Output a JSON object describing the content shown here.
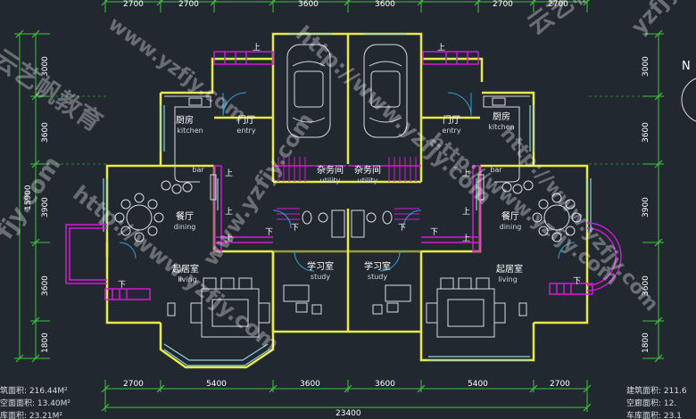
{
  "colors": {
    "background": "#212830",
    "wall": "#e8ea4a",
    "dim": "#3ec43e",
    "stair": "#d21ad2",
    "furniture": "#d8dde2",
    "window": "#8fd1d8",
    "door": "#2ea2d6"
  },
  "dims": {
    "top": [
      "2700",
      "2700",
      "3600",
      "3600",
      "2700",
      "2700"
    ],
    "bottom": [
      "2700",
      "5400",
      "3600",
      "3600",
      "5400",
      "2700"
    ],
    "bottom_total": "23400",
    "left": [
      "3000",
      "3600",
      "3900",
      "3600",
      "1800"
    ],
    "left_total": "15900",
    "right": [
      "3000",
      "3600",
      "3900",
      "3600",
      "1800"
    ]
  },
  "rooms": {
    "kitchen_l": {
      "cn": "厨房",
      "en": "kitchen"
    },
    "kitchen_r": {
      "cn": "厨房",
      "en": "kitchen"
    },
    "entry_l": {
      "cn": "门厅",
      "en": "entry"
    },
    "entry_r": {
      "cn": "门厅",
      "en": "entry"
    },
    "utility_l": {
      "cn": "杂务间",
      "en": "utility"
    },
    "utility_r": {
      "cn": "杂务间",
      "en": "utility"
    },
    "dining_l": {
      "cn": "餐厅",
      "en": "dining"
    },
    "dining_r": {
      "cn": "餐厅",
      "en": "dining"
    },
    "living_l": {
      "cn": "起居室",
      "en": "living"
    },
    "living_r": {
      "cn": "起居室",
      "en": "living"
    },
    "study_l": {
      "cn": "学习室",
      "en": "study"
    },
    "study_r": {
      "cn": "学习室",
      "en": "study"
    },
    "bar_l": "bar",
    "bar_r": "bar"
  },
  "stairs": {
    "up": "上",
    "down": "下"
  },
  "areas": {
    "left": [
      "筑面积: 216.44M²",
      "空面面积: 13.40M²",
      "库面积: 23.21M²"
    ],
    "right": [
      "建筑面积: 211.6",
      "空廊面积: 12.",
      "车库面积: 23.1"
    ]
  },
  "corner_label": "N",
  "watermarks": [
    "www.yzfjy.com",
    "云艺帆教育",
    "http://www.yzfjy.com",
    "yzfjy",
    "fjy.com"
  ]
}
